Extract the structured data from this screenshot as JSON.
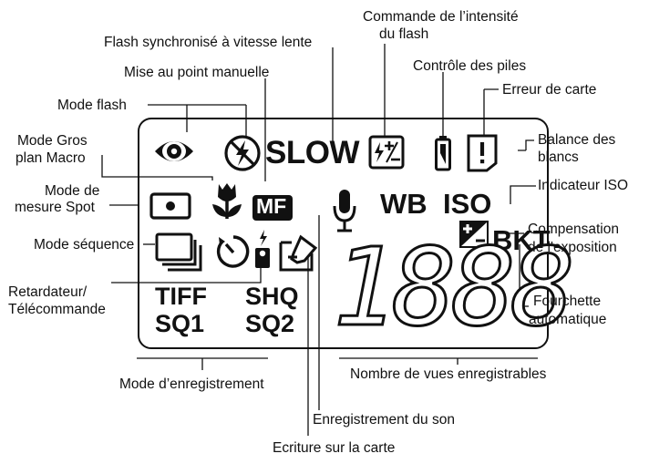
{
  "lcd": {
    "slow": "SLOW",
    "wb": "WB",
    "iso": "ISO",
    "bkt": "BKT",
    "tiff": "TIFF",
    "shq": "SHQ",
    "sq1": "SQ1",
    "sq2": "SQ2",
    "counter": "1888",
    "mf": "MF"
  },
  "labels": {
    "intensite_flash_1": "Commande de l’intensité",
    "intensite_flash_2": "du flash",
    "flash_lent": "Flash synchronisé à vitesse lente",
    "controle_piles": "Contrôle des piles",
    "mise_au_point": "Mise au point manuelle",
    "erreur_carte": "Erreur de carte",
    "mode_flash": "Mode flash",
    "gros_plan_1": "Mode Gros",
    "gros_plan_2": "plan Macro",
    "balance_1": "Balance des",
    "balance_2": "blancs",
    "mesure_1": "Mode de",
    "mesure_2": "mesure Spot",
    "indicateur_iso": "Indicateur ISO",
    "sequence": "Mode séquence",
    "compensation_1": "Compensation",
    "compensation_2": "de l'exposition",
    "retardateur_1": "Retardateur/",
    "retardateur_2": "Télécommande",
    "fourchette_1": "Fourchette",
    "fourchette_2": "automatique",
    "enregistrement": "Mode d’enregistrement",
    "nombre_vues": "Nombre de vues enregistrables",
    "son": "Enregistrement du son",
    "ecriture": "Ecriture sur la carte"
  },
  "colors": {
    "ink": "#111111",
    "background": "#ffffff"
  }
}
